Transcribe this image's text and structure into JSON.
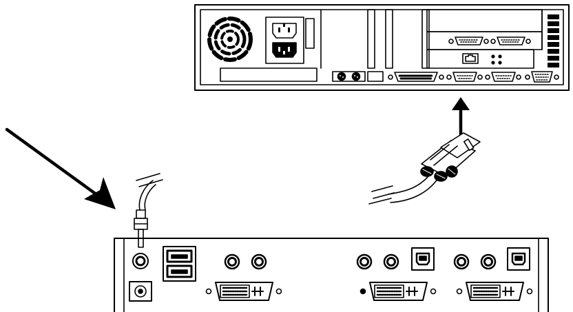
{
  "figure": {
    "kind": "installation-diagram",
    "palette": {
      "ink": "#000000",
      "paper": "#ffffff",
      "fill_dark": "#111111",
      "fill_mid": "#bfbfbf"
    }
  },
  "parts": {
    "computer": {
      "name": "computer-rear-panel"
    },
    "kvm": {
      "name": "kvm-switch-rear-panel"
    },
    "cable": {
      "name": "video-cable-with-connector"
    },
    "adapter": {
      "name": "power-adapter-plug"
    },
    "arrows": {
      "pointer": "diagonal-arrow",
      "upward": "up-arrow"
    }
  }
}
